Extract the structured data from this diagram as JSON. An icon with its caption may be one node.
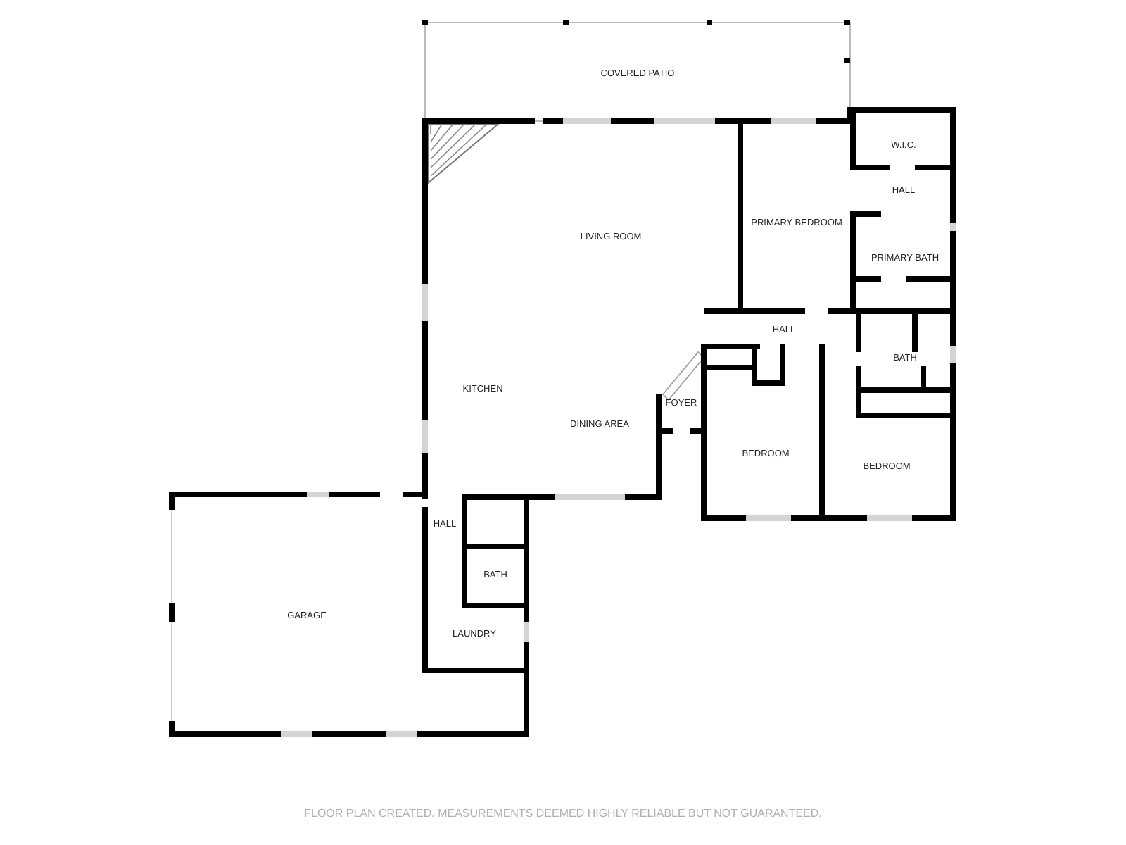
{
  "diagram": {
    "labels": [
      "COVERED PATIO",
      "W.I.C.",
      "HALL",
      "PRIMARY BEDROOM",
      "LIVING ROOM",
      "PRIMARY BATH",
      "HALL",
      "BATH",
      "KITCHEN",
      "FOYER",
      "DINING AREA",
      "BEDROOM",
      "BEDROOM",
      "HALL",
      "BATH",
      "GARAGE",
      "LAUNDRY",
      "FLOOR PLAN CREATED. MEASUREMENTS DEEMED HIGHLY RELIABLE BUT NOT GUARANTEED."
    ]
  }
}
